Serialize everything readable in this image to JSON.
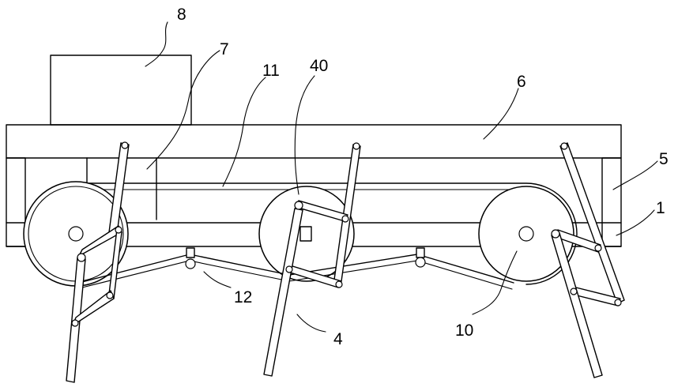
{
  "labels": {
    "l1": "1",
    "l4": "4",
    "l5": "5",
    "l6": "6",
    "l7": "7",
    "l8": "8",
    "l10": "10",
    "l11": "11",
    "l12": "12",
    "l40": "40"
  }
}
